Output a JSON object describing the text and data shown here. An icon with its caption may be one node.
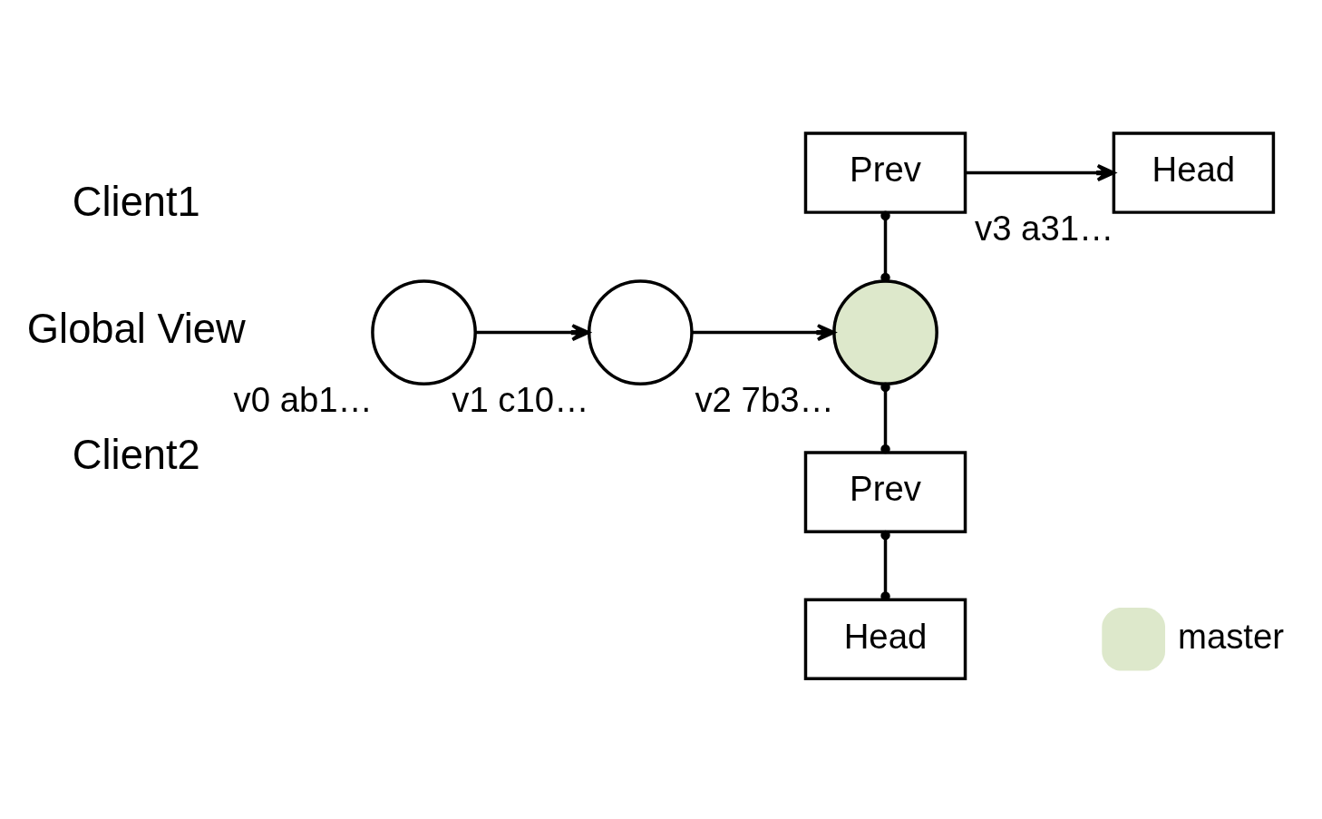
{
  "diagram": {
    "nodes": [
      {
        "text": [
          "Prev"
        ]
      },
      {
        "text": [
          "Head"
        ],
        "beside": [
          "v3 a31…"
        ]
      },
      {
        "text": [],
        "shape": "circle",
        "beside": [
          "v0 ab1…"
        ]
      },
      {
        "text": [],
        "shape": "circle",
        "beside": [
          "v1 c10…"
        ]
      },
      {
        "text": [],
        "shape": "circle",
        "beside": [
          "v2 7b3…"
        ]
      },
      {
        "text": [
          "Prev"
        ]
      },
      {
        "text": [
          "Head"
        ]
      }
    ],
    "edges": [
      {
        "from": 0,
        "to": 1,
        "arrow": "to"
      },
      {
        "from": 0,
        "to": 4,
        "arrow": "other"
      },
      {
        "from": 2,
        "to": 3,
        "arrow": "to"
      },
      {
        "from": 3,
        "to": 4,
        "arrow": "to"
      },
      {
        "from": 4,
        "to": 5,
        "arrow": "other"
      },
      {
        "from": 5,
        "to": 6,
        "arrow": "other"
      }
    ],
    "labels": [
      "Client1",
      "Global View",
      "Client2"
    ],
    "legend": [
      {
        "text": "master",
        "color": "#dde8cb"
      }
    ]
  }
}
